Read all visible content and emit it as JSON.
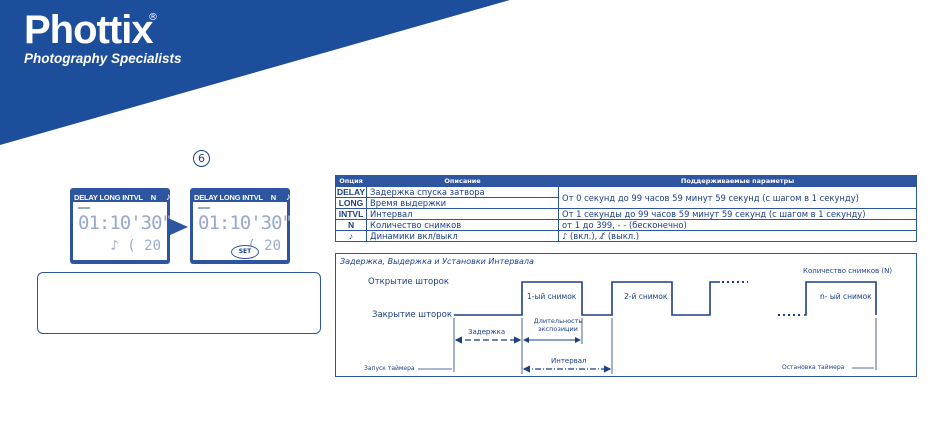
{
  "brand": {
    "name": "Phottix",
    "registered": "®",
    "tagline": "Photography Specialists"
  },
  "step_number": "6",
  "lcd_screens": [
    {
      "labels": [
        "DELAY",
        "LONG",
        "INTVL",
        "N"
      ],
      "note_icon": "♪",
      "time": "01:10'30\"",
      "count": "♪ ( 20",
      "set": ""
    },
    {
      "labels": [
        "DELAY",
        "LONG",
        "INTVL",
        "N"
      ],
      "note_icon": "♪",
      "time": "01:10'30\"",
      "count": "( 20",
      "set": "SET"
    }
  ],
  "table": {
    "headers": [
      "Опция",
      "Описание",
      "Поддерживаемые параметры"
    ],
    "rows": [
      {
        "option": "DELAY",
        "desc": "Задержка спуска затвора"
      },
      {
        "option": "LONG",
        "desc": "Время выдержки"
      },
      {
        "option": "INTVL",
        "desc": "Интервал",
        "params": "От 1 секунды до 99 часов 59 минут 59 секунд (с шагом в 1 секунду)"
      },
      {
        "option": "N",
        "desc": "Количество снимков",
        "params": "от 1 до 399, - - (бесконечно)"
      },
      {
        "option": "♪",
        "desc": "Динамики вкл/выкл",
        "params": "♪ (вкл.), ♪̸ (выкл.)"
      }
    ],
    "merged_params": "От 0 секунд до 99 часов 59 минут 59 секунд (с шагом в 1 секунду)"
  },
  "timing": {
    "title": "Задержка, Выдержка и Установки Интервала",
    "open_label": "Открытие шторок",
    "close_label": "Закрытие шторок",
    "count_label": "Количество снимков (N)",
    "delay_label": "Задержка",
    "exposure_label": "Длительность экспозиции",
    "interval_label": "Интервал",
    "start_label": "Запуск таймера",
    "stop_label": "Остановка таймера",
    "pulses": [
      "1-ый снимок",
      "2-й снимок",
      "n- ый снимок"
    ],
    "dots": "......"
  }
}
